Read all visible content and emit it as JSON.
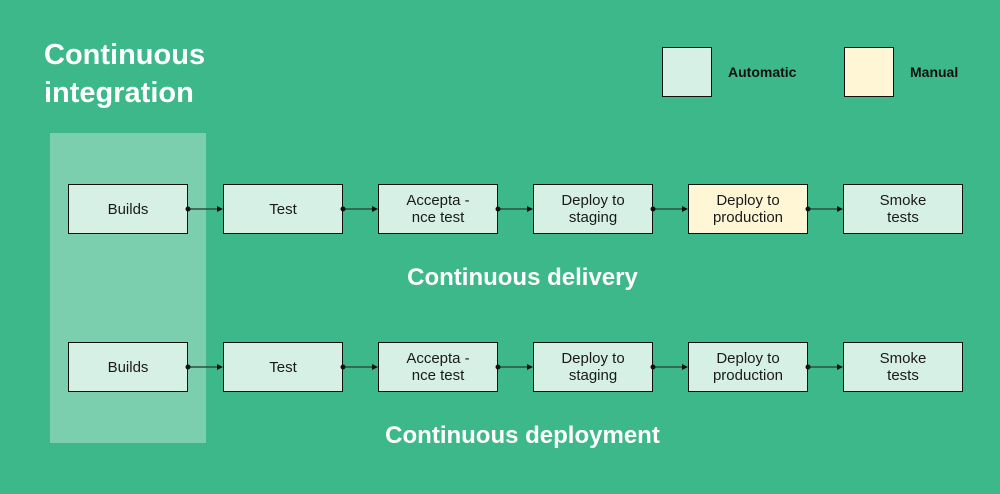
{
  "ci_title": "Continuous integration",
  "legend": [
    {
      "label": "Automatic",
      "color": "#d6f0e6"
    },
    {
      "label": "Manual",
      "color": "#fff6d6"
    }
  ],
  "rows": [
    {
      "title": "Continuous delivery",
      "steps": [
        {
          "label": "Builds",
          "type": "Automatic"
        },
        {
          "label": "Test",
          "type": "Automatic"
        },
        {
          "label": "Accepta -\nnce test",
          "type": "Automatic"
        },
        {
          "label": "Deploy to\nstaging",
          "type": "Automatic"
        },
        {
          "label": "Deploy to\nproduction",
          "type": "Manual"
        },
        {
          "label": "Smoke\ntests",
          "type": "Automatic"
        }
      ]
    },
    {
      "title": "Continuous deployment",
      "steps": [
        {
          "label": "Builds",
          "type": "Automatic"
        },
        {
          "label": "Test",
          "type": "Automatic"
        },
        {
          "label": "Accepta -\nnce test",
          "type": "Automatic"
        },
        {
          "label": "Deploy to\nstaging",
          "type": "Automatic"
        },
        {
          "label": "Deploy to\nproduction",
          "type": "Automatic"
        },
        {
          "label": "Smoke\ntests",
          "type": "Automatic"
        }
      ]
    }
  ],
  "colors": {
    "background": "#3db88a",
    "ci_band": "#7bcfae",
    "connector": "#2f4f43"
  }
}
